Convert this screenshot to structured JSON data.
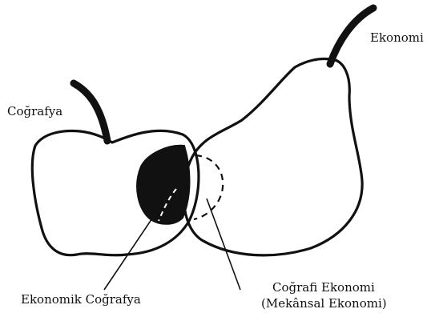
{
  "labels": {
    "cografya": "Coğrafya",
    "ekonomi": "Ekonomi",
    "ekonomik_cografya": "Ekonomik Coğrafya",
    "cografi_ekonomi": "Coğrafi Ekonomi",
    "mekansal_ekonomi": "(Mekânsal Ekonomi)"
  },
  "colors": {
    "stroke": "#111111",
    "overlap_fill": "#111111",
    "background": "#ffffff"
  }
}
